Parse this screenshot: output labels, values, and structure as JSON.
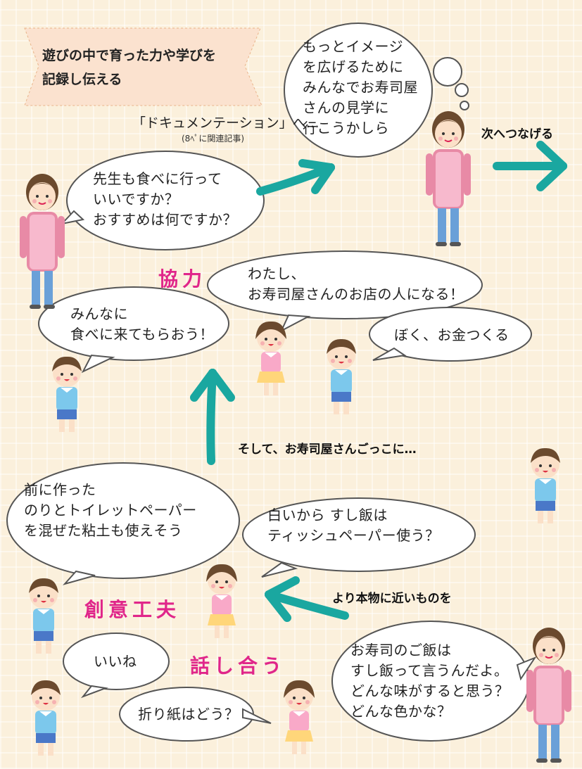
{
  "title_box": {
    "text": "遊びの中で育った力や学びを\n記録し伝える"
  },
  "documentation": {
    "text": "「ドキュメンテーション」へ…",
    "note": "(8ﾍﾟに関連記事)"
  },
  "labels": {
    "next": "次へつなげる",
    "soshite": "そして、お寿司屋さんごっこに…",
    "yori": "より本物に近いものを"
  },
  "keywords": {
    "kyoryoku": "協力",
    "soui": "創意工夫",
    "hanashiai": "話し合う"
  },
  "bubbles": {
    "teacher_top": "もっとイメージ\nを広げるために\nみんなでお寿司屋\nさんの見学に\n行こうかしら",
    "teacher_left": "先生も食べに行って\nいいですか？\nおすすめは何ですか？",
    "girl_shop": "わたし、\nお寿司屋さんのお店の人になる！",
    "boy_invite": "みんなに\n食べに来てもらおう！",
    "boy_money": "ぼく、お金つくる",
    "boy_clay": "前に作った\nのりとトイレットペーパー\nを混ぜた粘土も使えそう",
    "girl_tissue": "白いから すし飯は\nティッシュペーパー使う？",
    "teacher_bottom": "お寿司のご飯は\nすし飯って言うんだよ。\nどんな味がすると思う？\nどんな色かな？",
    "boy_iine": "いいね",
    "girl_origami": "折り紙はどう？"
  },
  "colors": {
    "background": "#fbf0dc",
    "arrow": "#1aa7a0",
    "keyword": "#e0268a",
    "apron": "#f4a9c4",
    "uniform": "#7cc8ec"
  }
}
